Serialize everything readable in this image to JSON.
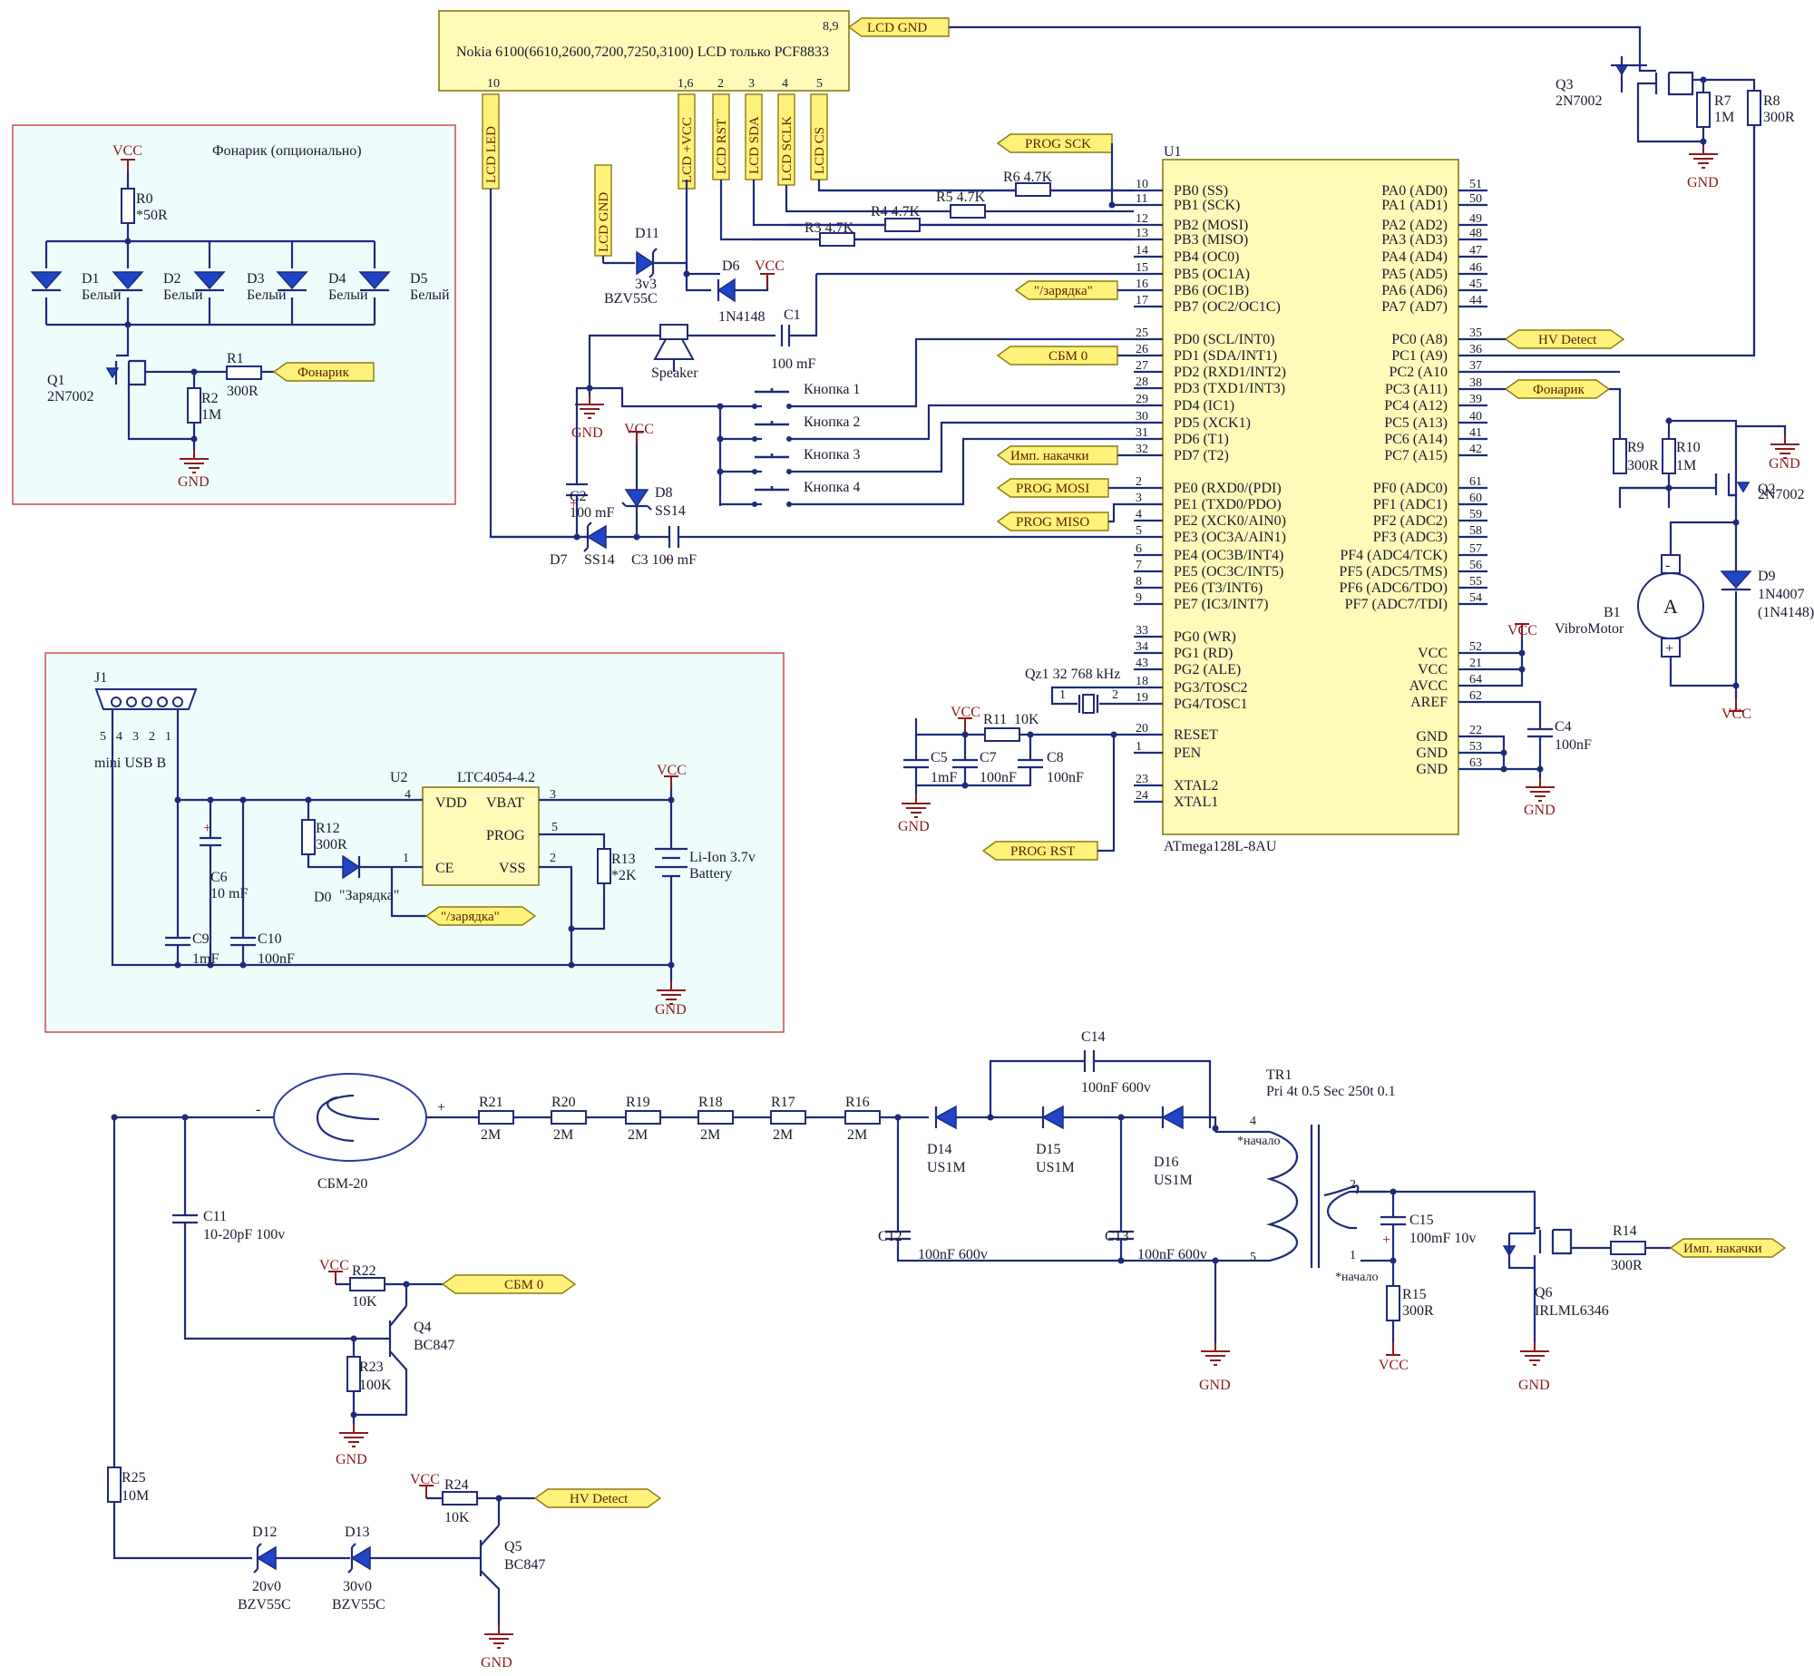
{
  "lcd": {
    "title": "Nokia 6100(6610,2600,7200,7250,3100) LCD только PCF8833",
    "pins": [
      "10",
      "1,6",
      "2",
      "3",
      "4",
      "5"
    ],
    "pin_gnd": "8,9",
    "nets": [
      "LCD LED",
      "LCD +VCC",
      "LCD RST",
      "LCD SDA",
      "LCD SCLK",
      "LCD CS"
    ],
    "gnd_net": "LCD GND"
  },
  "flashlight": {
    "title": "Фонарик (опционально)",
    "vcc": "VCC",
    "r0": "R0",
    "r0_val": "*50R",
    "leds": [
      {
        "ref": "D1",
        "val": "Белый"
      },
      {
        "ref": "D2",
        "val": "Белый"
      },
      {
        "ref": "D3",
        "val": "Белый"
      },
      {
        "ref": "D4",
        "val": "Белый"
      },
      {
        "ref": "D5",
        "val": "Белый"
      }
    ],
    "q1": "Q1",
    "q1_val": "2N7002",
    "r1": "R1",
    "r1_val": "300R",
    "r2": "R2",
    "r2_val": "1M",
    "flag": "Фонарик",
    "gnd": "GND"
  },
  "mcu": {
    "ref": "U1",
    "part": "ATmega128L-8AU",
    "left": [
      {
        "pin": "10",
        "name": "PB0 (SS)"
      },
      {
        "pin": "11",
        "name": "PB1 (SCK)"
      },
      {
        "pin": "12",
        "name": "PB2 (MOSI)"
      },
      {
        "pin": "13",
        "name": "PB3 (MISO)"
      },
      {
        "pin": "14",
        "name": "PB4 (OC0)"
      },
      {
        "pin": "15",
        "name": "PB5 (OC1A)"
      },
      {
        "pin": "16",
        "name": "PB6 (OC1B)"
      },
      {
        "pin": "17",
        "name": "PB7 (OC2/OC1C)"
      },
      {
        "pin": "25",
        "name": "PD0 (SCL/INT0)"
      },
      {
        "pin": "26",
        "name": "PD1 (SDA/INT1)"
      },
      {
        "pin": "27",
        "name": "PD2 (RXD1/INT2)"
      },
      {
        "pin": "28",
        "name": "PD3 (TXD1/INT3)"
      },
      {
        "pin": "29",
        "name": "PD4 (IC1)"
      },
      {
        "pin": "30",
        "name": "PD5 (XCK1)"
      },
      {
        "pin": "31",
        "name": "PD6 (T1)"
      },
      {
        "pin": "32",
        "name": "PD7 (T2)"
      },
      {
        "pin": "2",
        "name": "PE0 (RXD0/(PDI)"
      },
      {
        "pin": "3",
        "name": "PE1 (TXD0/PDO)"
      },
      {
        "pin": "4",
        "name": "PE2 (XCK0/AIN0)"
      },
      {
        "pin": "5",
        "name": "PE3 (OC3A/AIN1)"
      },
      {
        "pin": "6",
        "name": "PE4 (OC3B/INT4)"
      },
      {
        "pin": "7",
        "name": "PE5 (OC3C/INT5)"
      },
      {
        "pin": "8",
        "name": "PE6 (T3/INT6)"
      },
      {
        "pin": "9",
        "name": "PE7 (IC3/INT7)"
      },
      {
        "pin": "33",
        "name": "PG0 (WR)"
      },
      {
        "pin": "34",
        "name": "PG1 (RD)"
      },
      {
        "pin": "43",
        "name": "PG2 (ALE)"
      },
      {
        "pin": "18",
        "name": "PG3/TOSC2"
      },
      {
        "pin": "19",
        "name": "PG4/TOSC1"
      },
      {
        "pin": "20",
        "name": "RESET"
      },
      {
        "pin": "1",
        "name": "PEN"
      },
      {
        "pin": "23",
        "name": "XTAL2"
      },
      {
        "pin": "24",
        "name": "XTAL1"
      }
    ],
    "right": [
      {
        "pin": "51",
        "name": "PA0 (AD0)"
      },
      {
        "pin": "50",
        "name": "PA1 (AD1)"
      },
      {
        "pin": "49",
        "name": "PA2 (AD2)"
      },
      {
        "pin": "48",
        "name": "PA3 (AD3)"
      },
      {
        "pin": "47",
        "name": "PA4 (AD4)"
      },
      {
        "pin": "46",
        "name": "PA5 (AD5)"
      },
      {
        "pin": "45",
        "name": "PA6 (AD6)"
      },
      {
        "pin": "44",
        "name": "PA7 (AD7)"
      },
      {
        "pin": "35",
        "name": "PC0 (A8)"
      },
      {
        "pin": "36",
        "name": "PC1 (A9)"
      },
      {
        "pin": "37",
        "name": "PC2 (A10"
      },
      {
        "pin": "38",
        "name": "PC3 (A11)"
      },
      {
        "pin": "39",
        "name": "PC4 (A12)"
      },
      {
        "pin": "40",
        "name": "PC5 (A13)"
      },
      {
        "pin": "41",
        "name": "PC6 (A14)"
      },
      {
        "pin": "42",
        "name": "PC7 (A15)"
      },
      {
        "pin": "61",
        "name": "PF0 (ADC0)"
      },
      {
        "pin": "60",
        "name": "PF1 (ADC1)"
      },
      {
        "pin": "59",
        "name": "PF2 (ADC2)"
      },
      {
        "pin": "58",
        "name": "PF3 (ADC3)"
      },
      {
        "pin": "57",
        "name": "PF4 (ADC4/TCK)"
      },
      {
        "pin": "56",
        "name": "PF5 (ADC5/TMS)"
      },
      {
        "pin": "55",
        "name": "PF6 (ADC6/TDO)"
      },
      {
        "pin": "54",
        "name": "PF7 (ADC7/TDI)"
      },
      {
        "pin": "52",
        "name": "VCC"
      },
      {
        "pin": "21",
        "name": "VCC"
      },
      {
        "pin": "64",
        "name": "AVCC"
      },
      {
        "pin": "62",
        "name": "AREF"
      },
      {
        "pin": "22",
        "name": "GND"
      },
      {
        "pin": "53",
        "name": "GND"
      },
      {
        "pin": "63",
        "name": "GND"
      }
    ]
  },
  "mcu_area": {
    "r6": "R6 4.7K",
    "r5": "R5 4.7K",
    "r4": "R4 4.7K",
    "r3": "R3 4.7K",
    "d11": "D11",
    "d11_val1": "3v3",
    "d11_val2": "BZV55C",
    "d6": "D6",
    "d6_val": "1N4148",
    "c1": "C1",
    "c1_val": "100 mF",
    "speaker": "Speaker",
    "buttons": [
      "Кнопка 1",
      "Кнопка 2",
      "Кнопка 3",
      "Кнопка 4"
    ],
    "c2": "C2",
    "c2_val": "100 mF",
    "d8": "D8",
    "d8_val": "SS14",
    "d7": "D7",
    "d7_val": "SS14",
    "c3": "C3 100 mF",
    "flags": {
      "prog_sck": "PROG SCK",
      "charge": "\"/зарядка\"",
      "sbm0": "СБМ 0",
      "imp": "Имп. накачки",
      "prog_mosi": "PROG MOSI",
      "prog_miso": "PROG MISO",
      "prog_rst": "PROG RST",
      "hv": "HV Detect",
      "flash": "Фонарик"
    },
    "qz1": "Qz1 32 768 kHz",
    "qz_pins": [
      "1",
      "2"
    ],
    "r11": "R11",
    "r11_val": "10K",
    "c5": "C5",
    "c5_val": "1mF",
    "c7": "C7",
    "c7_val": "100nF",
    "c8": "C8",
    "c8_val": "100nF",
    "c4": "C4",
    "c4_val": "100nF",
    "vcc": "VCC",
    "gnd": "GND"
  },
  "vibro": {
    "q3": "Q3",
    "q3_val": "2N7002",
    "r7": "R7",
    "r7_val": "1M",
    "r8": "R8",
    "r8_val": "300R",
    "r9": "R9",
    "r9_val": "300R",
    "r10": "R10",
    "r10_val": "1M",
    "q2": "Q2",
    "q2_val": "2N7002",
    "b1": "B1",
    "b1_val": "VibroMotor",
    "motor": "A",
    "d9": "D9",
    "d9_val1": "1N4007",
    "d9_val2": "(1N4148)",
    "minus": "-",
    "plus": "+"
  },
  "charger": {
    "j1": "J1",
    "j1_val": "mini USB B",
    "j1_pins": [
      "5",
      "4",
      "3",
      "2",
      "1"
    ],
    "u2": "U2",
    "u2_val": "LTC4054-4.2",
    "u2_pins": {
      "vdd": "VDD",
      "vbat": "VBAT",
      "prog": "PROG",
      "ce": "CE",
      "vss": "VSS"
    },
    "u2_pin_nums": {
      "vdd": "4",
      "vbat": "3",
      "prog": "5",
      "ce": "1",
      "vss": "2"
    },
    "c6": "C6",
    "c6_val": "10 mF",
    "c9": "C9",
    "c9_val": "1mF",
    "c10": "C10",
    "c10_val": "100nF",
    "r12": "R12",
    "r12_val": "300R",
    "d0": "D0",
    "d0_val": "\"Зарядка\"",
    "r13": "R13",
    "r13_val": "*2K",
    "battery1": "Li-Ion 3.7v",
    "battery2": "Battery",
    "flag": "\"/зарядка\"",
    "vcc": "VCC",
    "gnd": "GND"
  },
  "hv": {
    "tube": "СБМ-20",
    "tube_minus": "-",
    "tube_plus": "+",
    "resistors": [
      {
        "ref": "R21",
        "val": "2M"
      },
      {
        "ref": "R20",
        "val": "2M"
      },
      {
        "ref": "R19",
        "val": "2M"
      },
      {
        "ref": "R18",
        "val": "2M"
      },
      {
        "ref": "R17",
        "val": "2M"
      },
      {
        "ref": "R16",
        "val": "2M"
      }
    ],
    "d14": "D14",
    "d14_val": "US1M",
    "d15": "D15",
    "d15_val": "US1M",
    "d16": "D16",
    "d16_val": "US1M",
    "c14": "C14",
    "c14_val": "100nF 600v",
    "c12": "C12",
    "c12_val": "100nF 600v",
    "c13": "C13",
    "c13_val": "100nF 600v",
    "tr1": "TR1",
    "tr1_val": "Pri 4t 0.5 Sec 250t 0.1",
    "tr_pins": {
      "p4": "4",
      "p5": "5",
      "p2": "2",
      "p1": "1"
    },
    "start": "*начало",
    "c15": "C15",
    "c15_val": "100mF 10v",
    "r15": "R15",
    "r15_val": "300R",
    "q6": "Q6",
    "q6_val": "IRLML6346",
    "r14": "R14",
    "r14_val": "300R",
    "imp_flag": "Имп. накачки",
    "c11": "C11",
    "c11_val": "10-20pF 100v",
    "r22": "R22",
    "r22_val": "10K",
    "sbm_flag": "СБМ 0",
    "q4": "Q4",
    "q4_val": "BC847",
    "r23": "R23",
    "r23_val": "100K",
    "r25": "R25",
    "r25_val": "10M",
    "r24": "R24",
    "r24_val": "10K",
    "hv_flag": "HV Detect",
    "q5": "Q5",
    "q5_val": "BC847",
    "d12": "D12",
    "d12_val1": "20v0",
    "d12_val2": "BZV55C",
    "d13": "D13",
    "d13_val1": "30v0",
    "d13_val2": "BZV55C",
    "vcc": "VCC",
    "gnd": "GND"
  }
}
